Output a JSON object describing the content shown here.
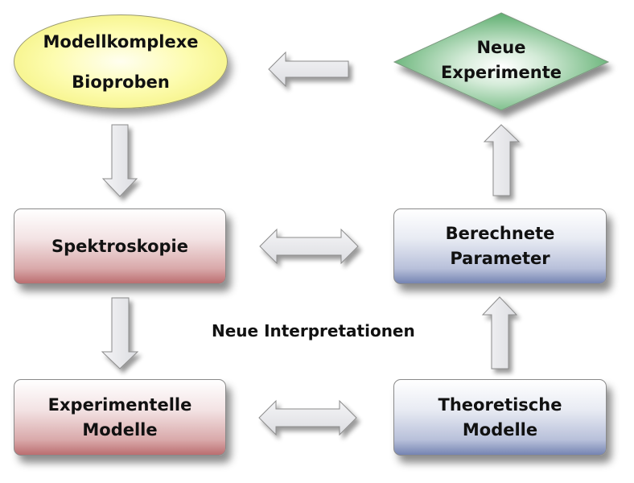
{
  "diagram": {
    "nodes": {
      "modellkomplexe": {
        "line1": "Modellkomplexe",
        "line2": "Bioproben",
        "shape": "ellipse",
        "color": "#f7f48a"
      },
      "neue_experimente": {
        "line1": "Neue",
        "line2": "Experimente",
        "shape": "diamond",
        "color": "#6ab77a"
      },
      "spektroskopie": {
        "line1": "Spektroskopie",
        "shape": "rounded-rect",
        "color": "#bb6e70"
      },
      "berechnete_parameter": {
        "line1": "Berechnete",
        "line2": "Parameter",
        "shape": "rounded-rect",
        "color": "#7584b2"
      },
      "experimentelle_modelle": {
        "line1": "Experimentelle",
        "line2": "Modelle",
        "shape": "rounded-rect",
        "color": "#bb6e70"
      },
      "theoretische_modelle": {
        "line1": "Theoretische",
        "line2": "Modelle",
        "shape": "rounded-rect",
        "color": "#7584b2"
      }
    },
    "center_label": "Neue Interpretationen",
    "edges": [
      {
        "from": "neue_experimente",
        "to": "modellkomplexe",
        "type": "arrow-left"
      },
      {
        "from": "modellkomplexe",
        "to": "spektroskopie",
        "type": "arrow-down"
      },
      {
        "from": "spektroskopie",
        "to": "berechnete_parameter",
        "type": "double-arrow"
      },
      {
        "from": "spektroskopie",
        "to": "experimentelle_modelle",
        "type": "arrow-down"
      },
      {
        "from": "experimentelle_modelle",
        "to": "theoretische_modelle",
        "type": "double-arrow"
      },
      {
        "from": "theoretische_modelle",
        "to": "berechnete_parameter",
        "type": "arrow-up"
      },
      {
        "from": "berechnete_parameter",
        "to": "neue_experimente",
        "type": "arrow-up"
      }
    ],
    "arrow_fill": "#e6e7ea",
    "arrow_stroke": "#8c8c8c"
  }
}
